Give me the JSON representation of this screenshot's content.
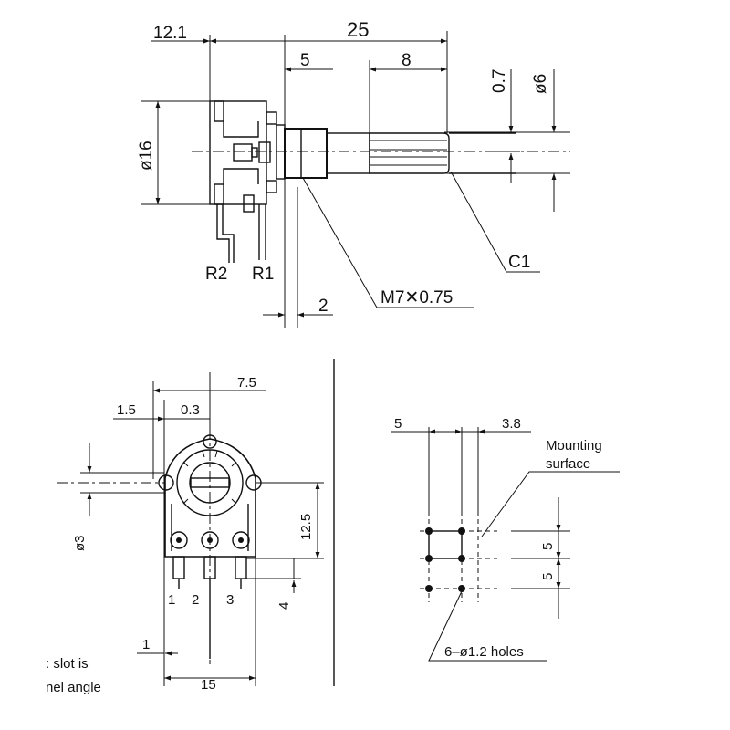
{
  "side_view": {
    "dim_overall_length": "25",
    "dim_body_depth": "12.1",
    "dim_bushing_length": "5",
    "dim_knurl_length": "8",
    "dim_flat_depth": "0.7",
    "dim_shaft_diameter": "ø6",
    "dim_body_diameter": "ø16",
    "dim_bracket_thickness": "2",
    "label_r2": "R2",
    "label_r1": "R1",
    "label_thread": "M7✕0.75",
    "label_c1": "C1"
  },
  "front_view": {
    "dim_7_5": "7.5",
    "dim_1_5": "1.5",
    "dim_0_3": "0.3",
    "dim_pin_dia": "ø3",
    "dim_12_5": "12.5",
    "dim_4": "4",
    "dim_1": "1",
    "dim_15": "15",
    "pin_1": "1",
    "pin_2": "2",
    "pin_3": "3",
    "note_line1": ": slot is",
    "note_line2": "nel angle"
  },
  "pcb_layout": {
    "dim_5": "5",
    "dim_3_8": "3.8",
    "mounting_line1": "Mounting",
    "mounting_line2": "surface",
    "dim_vertical_5a": "5",
    "dim_vertical_5b": "5",
    "holes_label": "6–ø1.2 holes"
  }
}
